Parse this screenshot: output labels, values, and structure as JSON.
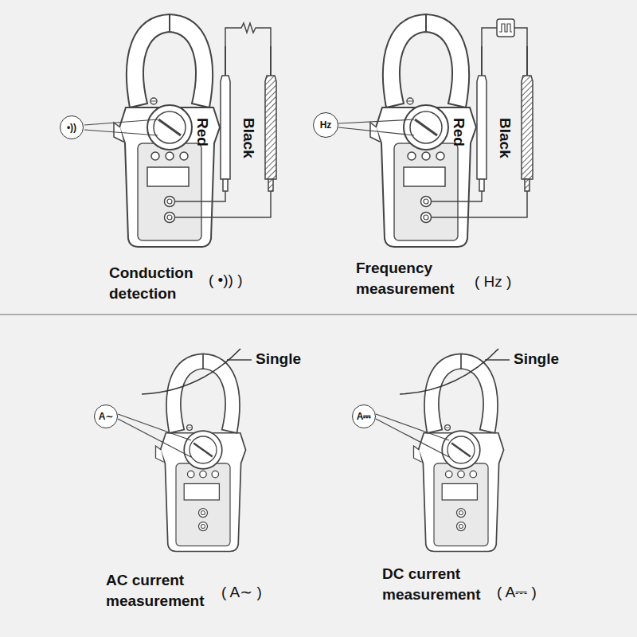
{
  "diagram": {
    "nodes": [
      {
        "text": [
          "•))"
        ]
      },
      {
        "text": [
          "Hz"
        ]
      },
      {
        "text": [
          "A∼"
        ]
      },
      {
        "text": [
          "A⎓"
        ]
      }
    ],
    "labels": [
      "Red",
      "Black",
      "Conduction detection",
      "( •)) )",
      "Red",
      "Black",
      "Frequency measurement",
      "( Hz )",
      "Single",
      "AC current measurement",
      "( A∼ )",
      "Single",
      "DC current measurement",
      "( A⎓ )"
    ]
  }
}
